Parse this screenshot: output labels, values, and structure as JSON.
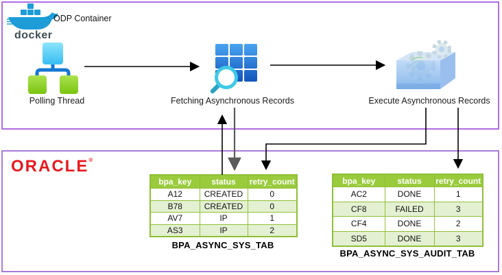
{
  "odp_container": {
    "title": "ODP Container",
    "docker_wordmark": "docker",
    "nodes": [
      {
        "label": "Polling Thread"
      },
      {
        "label": "Fetching Asynchronous Records"
      },
      {
        "label": "Execute Asynchronous Records"
      }
    ]
  },
  "oracle": {
    "wordmark": "ORACLE",
    "registered": "®"
  },
  "tables": [
    {
      "caption": "BPA_ASYNC_SYS_TAB",
      "columns": [
        "bpa_key",
        "status",
        "retry_count"
      ],
      "rows": [
        [
          "A12",
          "CREATED",
          "0"
        ],
        [
          "B78",
          "CREATED",
          "0"
        ],
        [
          "AV7",
          "IP",
          "1"
        ],
        [
          "AS3",
          "IP",
          "2"
        ]
      ]
    },
    {
      "caption": "BPA_ASYNC_SYS_AUDIT_TAB",
      "columns": [
        "bpa_key",
        "status",
        "retry_count"
      ],
      "rows": [
        [
          "AC2",
          "DONE",
          "1"
        ],
        [
          "CF8",
          "FAILED",
          "3"
        ],
        [
          "CF4",
          "DONE",
          "2"
        ],
        [
          "SD5",
          "DONE",
          "3"
        ]
      ]
    }
  ],
  "colors": {
    "odp_border": "#AF6CE4",
    "oracle_border": "#A97BD8",
    "table_header_bg": "#9ACB3C",
    "table_alt_row_bg": "#E4F0D2",
    "table_border": "#8FBF37",
    "oracle_red": "#E8191F",
    "docker_blue": "#1D9CD8",
    "arrow_black": "#000000",
    "arrow_gray": "#5B5B5B"
  }
}
